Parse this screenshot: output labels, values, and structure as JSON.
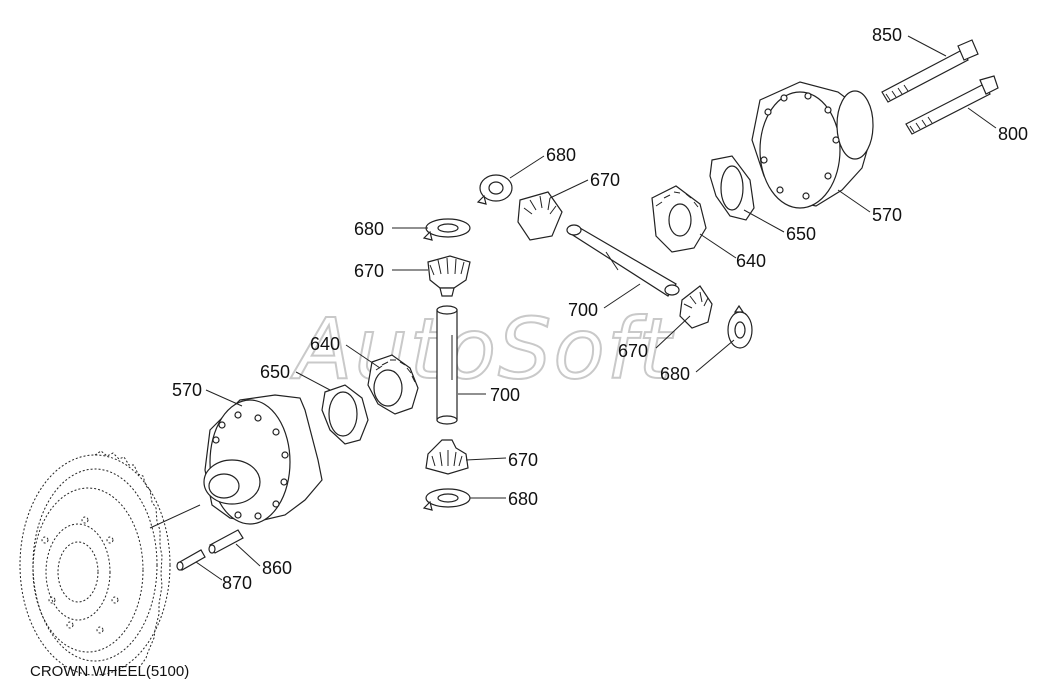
{
  "watermark": "AutoSoft",
  "caption": "CROWN WHEEL(5100)",
  "labels": {
    "l850": "850",
    "l800": "800",
    "l570a": "570",
    "l650a": "650",
    "l640a": "640",
    "l680a": "680",
    "l670a": "670",
    "l680b": "680",
    "l670b": "670",
    "l700a": "700",
    "l670c": "670",
    "l680c": "680",
    "l640b": "640",
    "l650b": "650",
    "l570b": "570",
    "l700b": "700",
    "l670d": "670",
    "l680d": "680",
    "l860": "860",
    "l870": "870"
  }
}
